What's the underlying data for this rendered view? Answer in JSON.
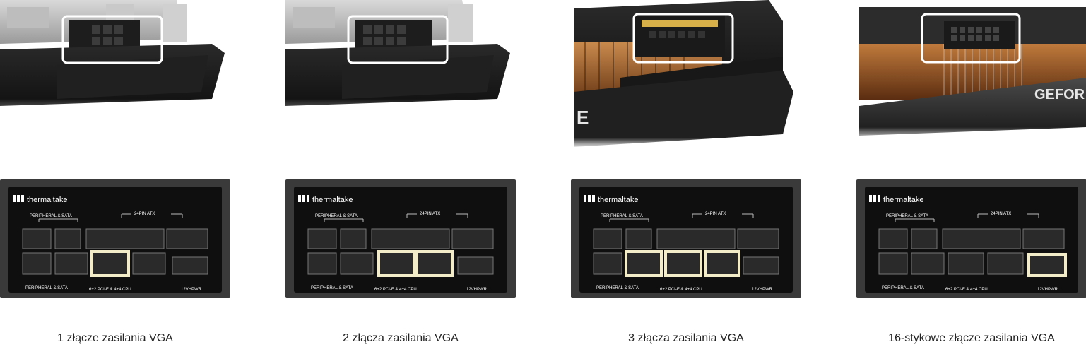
{
  "psu_panel": {
    "brand": "thermaltake",
    "label_peripheral_top": "PERIPHERAL & SATA",
    "label_24pin": "24PIN ATX",
    "label_peripheral_bottom": "PERIPHERAL & SATA",
    "label_pcie": "6+2 PCI-E & 4+4 CPU",
    "label_12vhpwr": "12VHPWR"
  },
  "gpu_branding": {
    "geforce_text": "GEFOR",
    "edge_letter": "E"
  },
  "columns": [
    {
      "caption": "1 złącze zasilania VGA",
      "highlight": "pcie1"
    },
    {
      "caption": "2 złącza zasilania VGA",
      "highlight": "pcie2"
    },
    {
      "caption": "3 złącza zasilania VGA",
      "highlight": "pcie3"
    },
    {
      "caption": "16-stykowe złącze zasilania VGA",
      "highlight": "12vhpwr"
    }
  ],
  "colors": {
    "psu_body": "#3a3a3a",
    "psu_face": "#0f0f0f",
    "highlight": "#f3ecc8",
    "caption_text": "#222222"
  }
}
